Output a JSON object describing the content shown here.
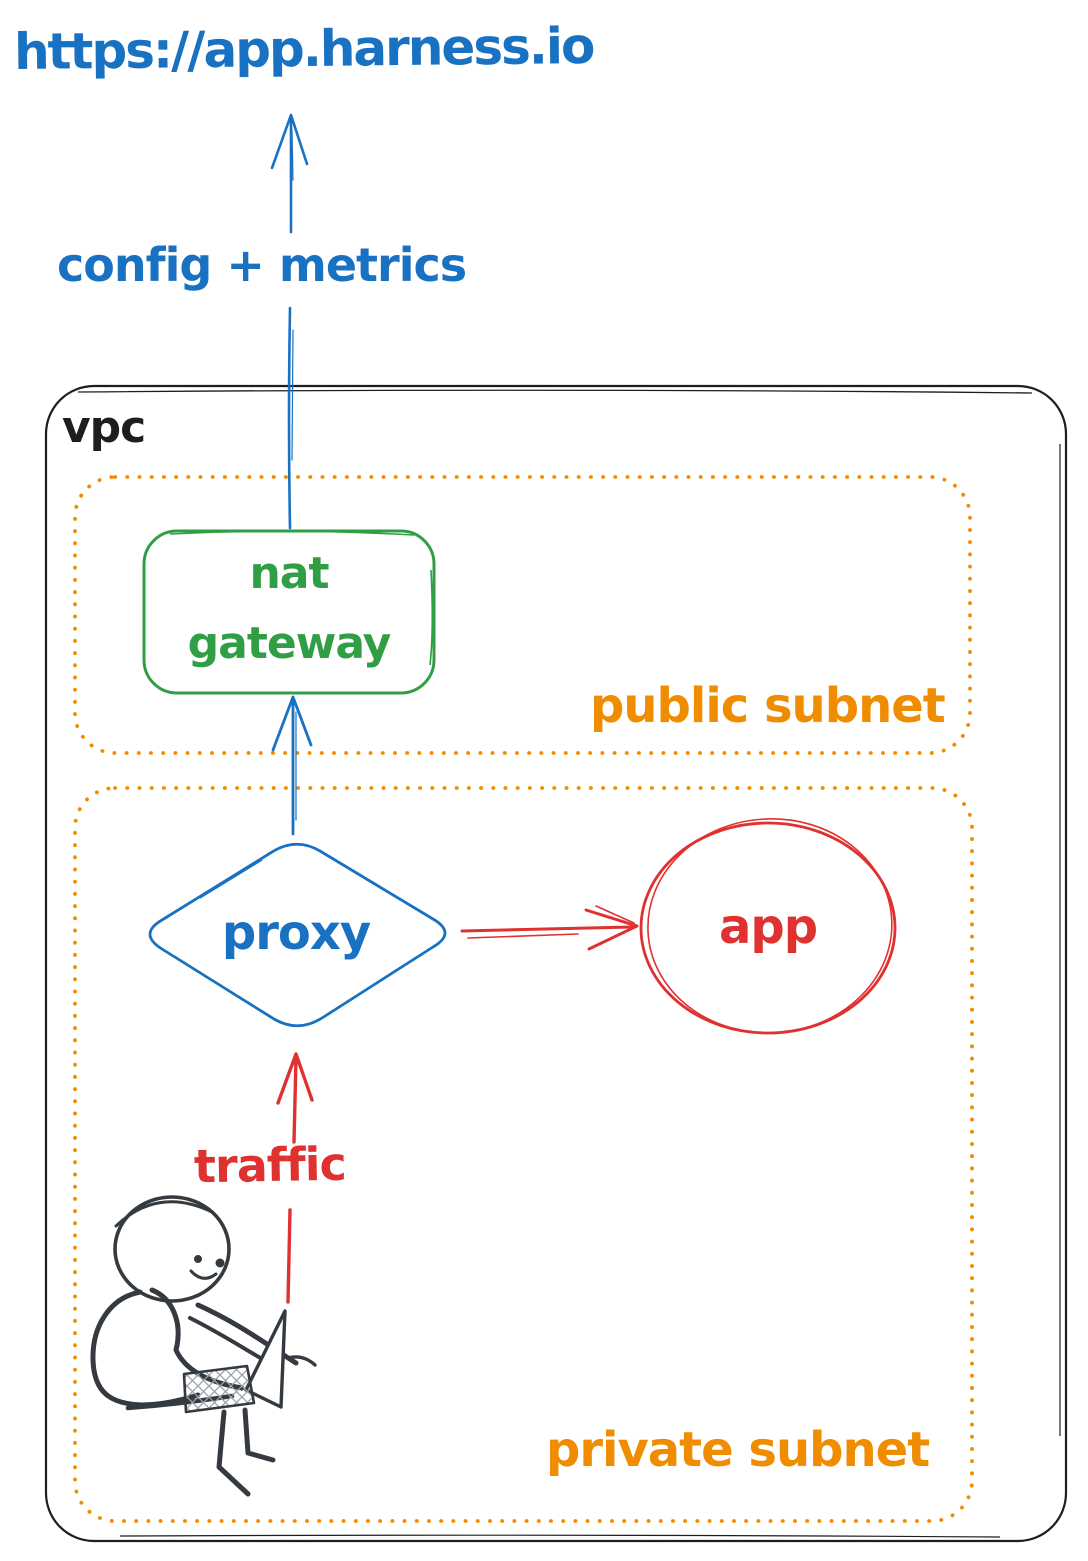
{
  "diagram": {
    "title_url": "https://app.harness.io",
    "labels": {
      "url": "https://app.harness.io",
      "flow": "config + metrics",
      "vpc": "vpc",
      "nat_line1": "nat",
      "nat_line2": "gateway",
      "public_subnet": "public subnet",
      "private_subnet": "private subnet",
      "proxy": "proxy",
      "app": "app",
      "traffic": "traffic"
    },
    "colors": {
      "blue": "#1971c2",
      "green": "#2f9e44",
      "orange": "#f08c00",
      "red": "#e03131",
      "black": "#1e1e1e",
      "person": "#343a40"
    },
    "edges": [
      {
        "from": "user",
        "to": "proxy",
        "label": "traffic",
        "color": "#e03131"
      },
      {
        "from": "proxy",
        "to": "app",
        "label": "",
        "color": "#e03131"
      },
      {
        "from": "proxy",
        "to": "nat gateway",
        "label": "",
        "color": "#1971c2"
      },
      {
        "from": "nat gateway",
        "to": "https://app.harness.io",
        "label": "config + metrics",
        "color": "#1971c2"
      }
    ]
  }
}
